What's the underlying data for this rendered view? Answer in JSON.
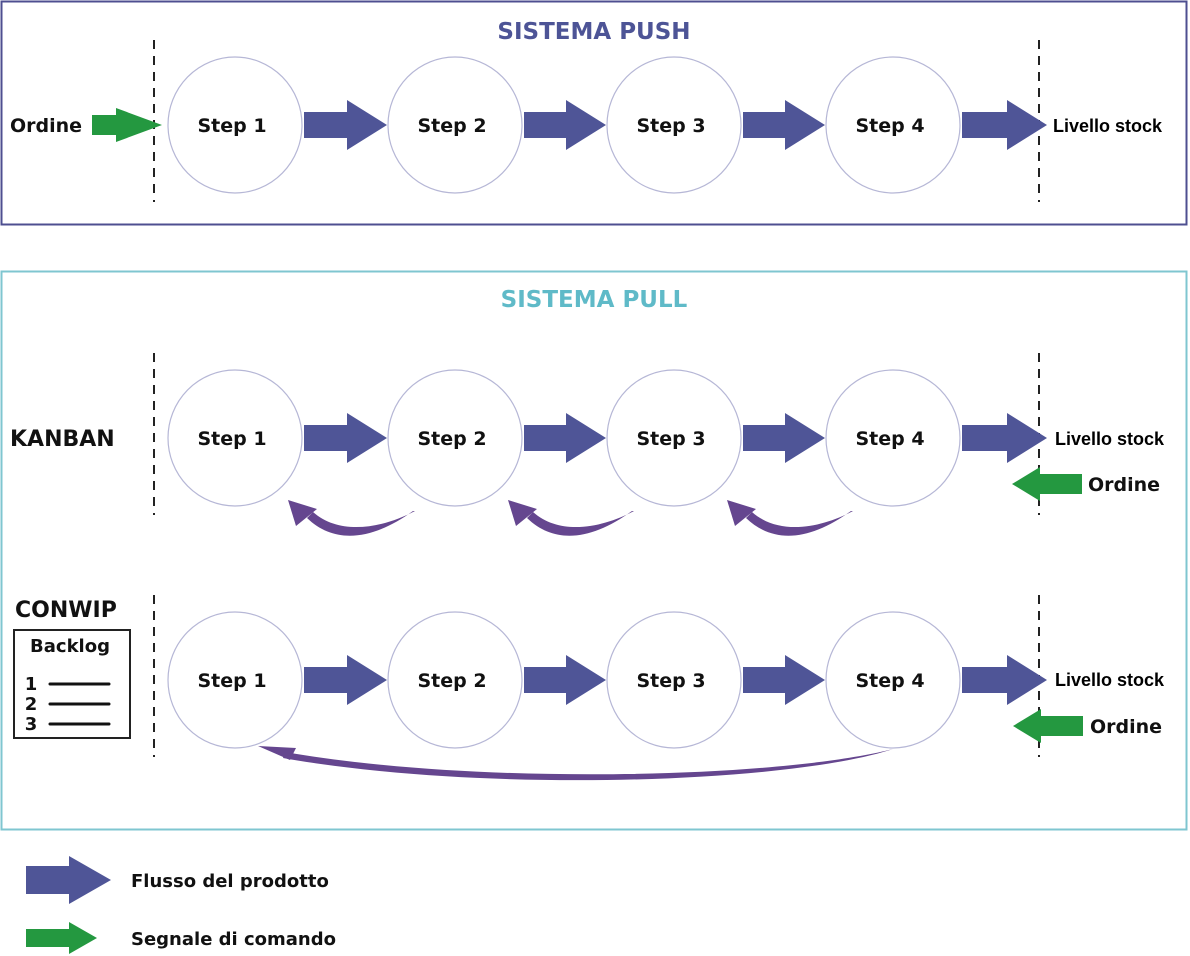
{
  "colors": {
    "push_border": "#4e4f90",
    "push_title": "#4d5496",
    "pull_border": "#7fc6d0",
    "pull_title": "#5fbac8",
    "product_flow": "#4f5597",
    "command_signal": "#249840",
    "kanban_feedback": "#65468f",
    "circle_stroke": "#b6b7d6",
    "divider": "#222222"
  },
  "push": {
    "title": "SISTEMA PUSH",
    "order_label": "Ordine",
    "steps": [
      "Step 1",
      "Step 2",
      "Step 3",
      "Step 4"
    ],
    "stock_label": "Livello stock"
  },
  "pull": {
    "title": "SISTEMA PULL",
    "kanban": {
      "label": "KANBAN",
      "steps": [
        "Step 1",
        "Step 2",
        "Step 3",
        "Step 4"
      ],
      "stock_label": "Livello stock",
      "order_label": "Ordine"
    },
    "conwip": {
      "label": "CONWIP",
      "backlog_title": "Backlog",
      "backlog_items": [
        "1",
        "2",
        "3"
      ],
      "steps": [
        "Step 1",
        "Step 2",
        "Step 3",
        "Step 4"
      ],
      "stock_label": "Livello stock",
      "order_label": "Ordine"
    }
  },
  "legend": [
    {
      "label": "Flusso del prodotto",
      "icon": "product-flow-arrow-icon"
    },
    {
      "label": "Segnale di comando",
      "icon": "command-signal-arrow-icon"
    }
  ]
}
